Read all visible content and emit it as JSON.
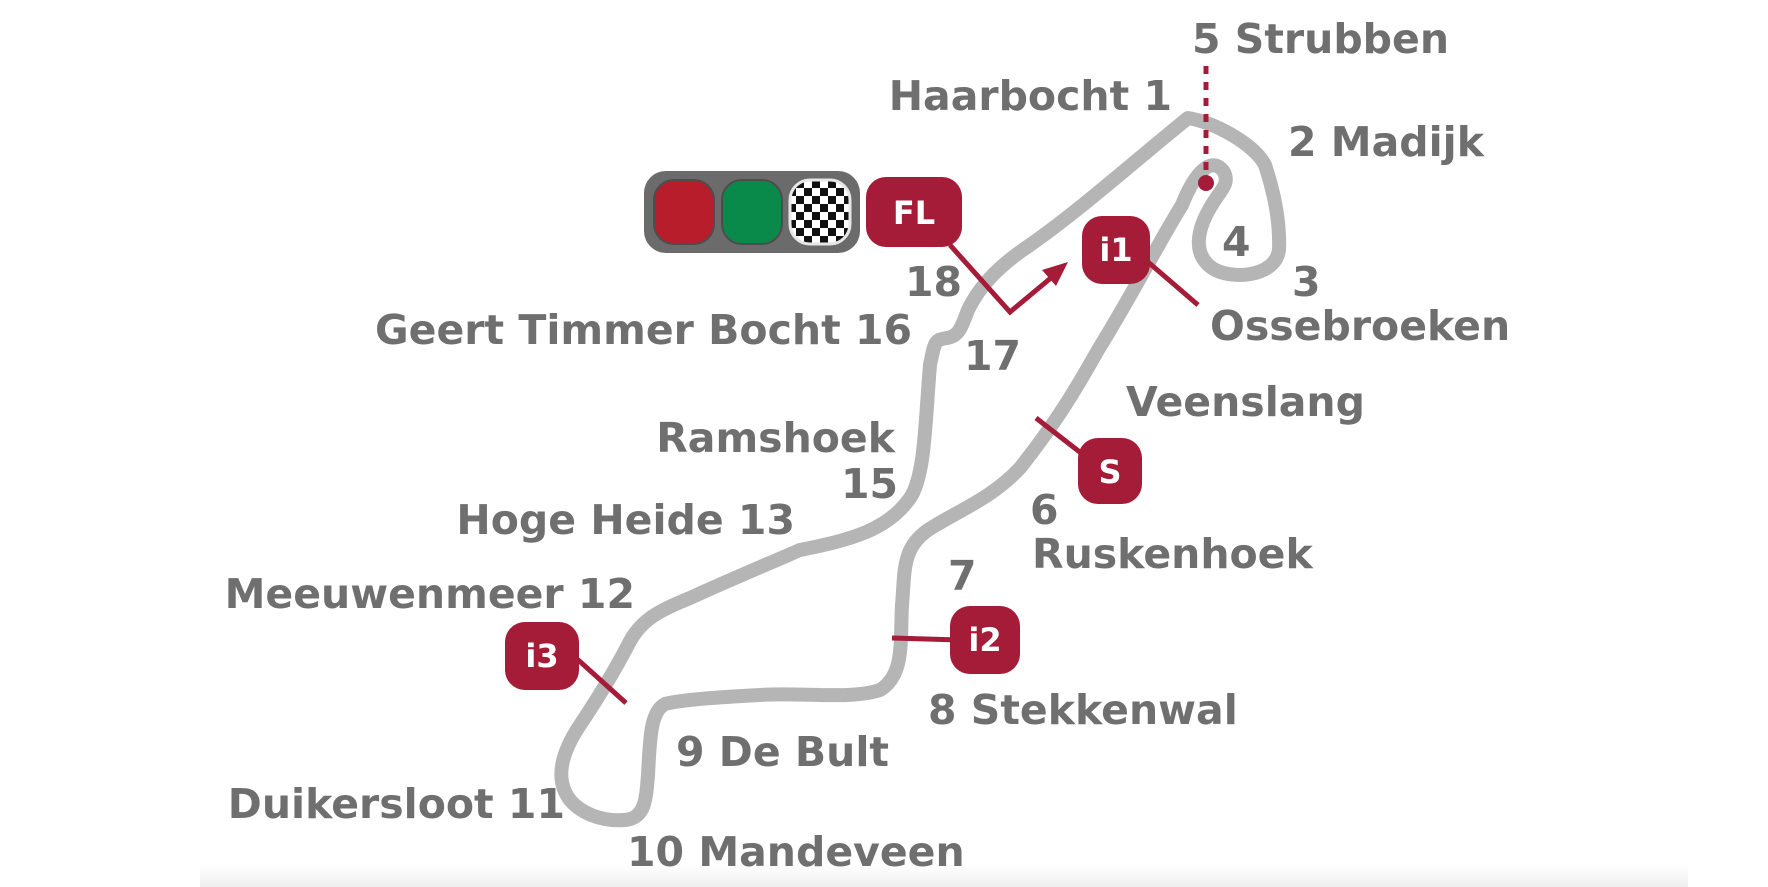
{
  "colors": {
    "track": "#b5b5b5",
    "text": "#6f6f6f",
    "accent": "#a51c38",
    "light_red": "#b81d2c",
    "light_green": "#0a8a4a",
    "light_housing": "#6b6b6b"
  },
  "corners": [
    {
      "id": "1",
      "text": "Haarbocht 1"
    },
    {
      "id": "2",
      "text": "2 Madijk"
    },
    {
      "id": "3",
      "text": "3"
    },
    {
      "id": "3b",
      "text": "Ossebroeken"
    },
    {
      "id": "4",
      "text": "4"
    },
    {
      "id": "5",
      "text": "5 Strubben"
    },
    {
      "id": "6",
      "text": "6"
    },
    {
      "id": "6b",
      "text": "Ruskenhoek"
    },
    {
      "id": "veenslang",
      "text": "Veenslang"
    },
    {
      "id": "7",
      "text": "7"
    },
    {
      "id": "8",
      "text": "8 Stekkenwal"
    },
    {
      "id": "9",
      "text": "9 De Bult"
    },
    {
      "id": "10",
      "text": "10 Mandeveen"
    },
    {
      "id": "11",
      "text": "Duikersloot 11"
    },
    {
      "id": "12",
      "text": "Meeuwenmeer 12"
    },
    {
      "id": "13",
      "text": "Hoge Heide 13"
    },
    {
      "id": "15a",
      "text": "Ramshoek"
    },
    {
      "id": "15",
      "text": "15"
    },
    {
      "id": "16",
      "text": "Geert Timmer Bocht 16"
    },
    {
      "id": "17",
      "text": "17"
    },
    {
      "id": "18",
      "text": "18"
    }
  ],
  "markers": {
    "finish_line": "FL",
    "intermediate_1": "i1",
    "intermediate_2": "i2",
    "intermediate_3": "i3",
    "speed_trap": "S"
  },
  "icons": {
    "start_lights": "traffic-light-icon",
    "red_light": "red-light-icon",
    "green_light": "green-light-icon",
    "chequered_flag": "chequered-flag-icon",
    "direction_arrow": "direction-arrow-icon"
  }
}
